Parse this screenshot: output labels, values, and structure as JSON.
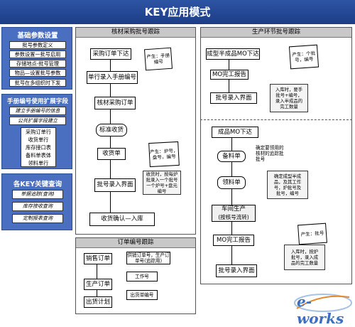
{
  "title": "KEY应用模式",
  "sidebar": {
    "basic": {
      "title": "基础参数设置",
      "items": [
        "批号参数定义",
        "参数设置一批号启用",
        "存储地点-批号管理",
        "物品—设置批号参数",
        "批号在多组织时下发"
      ]
    },
    "manual": {
      "title": "手册编号使用扩展字段",
      "items": [
        "建立手册编号的信息",
        "公共扩展字段建立"
      ],
      "subitems": [
        "采购订单行",
        "收货单行",
        "库存接口表",
        "备料单表体",
        "领料单行"
      ]
    },
    "query": {
      "title": "各KEY关键查询",
      "items": [
        "单据追踪(查询)",
        "库存接收查询",
        "定制报表查询"
      ]
    }
  },
  "purchase": {
    "header": "核材采购批号跟踪",
    "steps": [
      "采购订单下达",
      "单行录入手册编号",
      "核材采购订单",
      "标准收货",
      "收货单",
      "批号录入界面",
      "收货确认—入库"
    ],
    "notes": [
      "产生：手册编号",
      "产生：炉号，盘号，编号"
    ],
    "callout": "收货时，按每炉\n批录入一个批号\n一个炉号+盘元\n编号"
  },
  "production": {
    "header": "生产环节批号跟踪",
    "steps1": [
      "成型半成品MO下达",
      "MO完工报告",
      "批号录入界面"
    ],
    "note1": "产生：个批号，编号",
    "callout1": "入库时，要手\n批号+编号，\n录入半成品的\n完工数量",
    "steps2": [
      "成品MO下达",
      "备料单",
      "领料单",
      "车间生产",
      "(按核号流转)",
      "MO完工报告",
      "批号录入界面"
    ],
    "ann1": "确定要领用的\n核材的追踪批\n批号",
    "callout2": "确定成型半成\n品，及其工作\n号，炉批号及\n批号，编号",
    "note2": "产生：批号",
    "callout3": "入库时，按炉\n批号，录入成\n品的完工数量"
  },
  "order": {
    "header": "订单编号跟踪",
    "steps": [
      "销售订单",
      "生产订单",
      "出货计划"
    ],
    "notes": [
      "供销订单号，生产订单号(追踪用)",
      "工作号",
      "出货单编号"
    ]
  },
  "watermark": "e-works"
}
